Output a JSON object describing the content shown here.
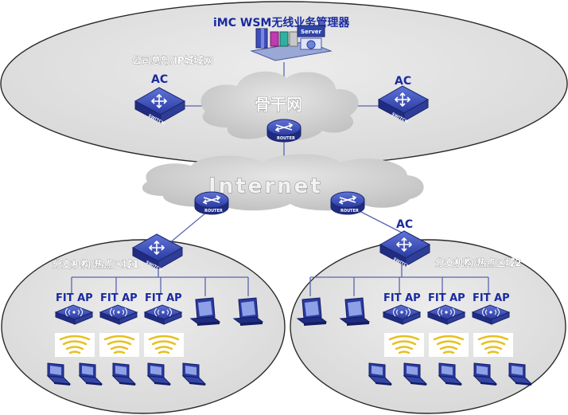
{
  "title": "iMC WSM无线业务管理器",
  "hq_zone_label": "公司总部/IP城域网",
  "backbone_label": "骨干网",
  "internet_label": "Internet",
  "ac_label": "AC",
  "fit_ap_label": "FIT AP",
  "branch1_label": "分支机构/热点区域1",
  "branch2_label": "分支机构/热点区域2",
  "server_label": "Server",
  "switch_label": "SWITCH",
  "router_label": "ROUTER",
  "colors": {
    "ellipse_fill": "#e2e2e2",
    "cloud_fill": "#d2d2d2",
    "device_blue": "#2b3fa8",
    "signal_yellow": "#e8c020",
    "link_blue": "#5a64b0"
  },
  "icons": [
    "server-group-icon",
    "switch-icon",
    "router-icon",
    "wireless-ap-icon",
    "desktop-icon",
    "laptop-icon",
    "wifi-signal-icon"
  ]
}
